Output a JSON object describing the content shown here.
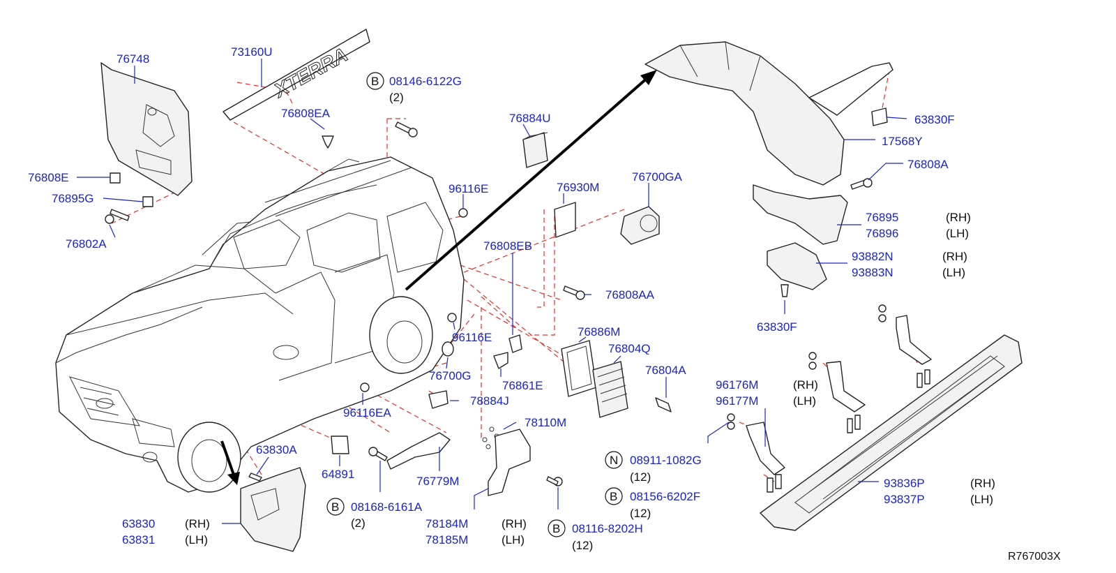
{
  "diagram": {
    "ref_code": "R767003X",
    "parts": [
      {
        "id": "p76748",
        "label": "76748"
      },
      {
        "id": "p73160U",
        "label": "73160U"
      },
      {
        "id": "p76808EA",
        "label": "76808EA"
      },
      {
        "id": "p76808E",
        "label": "76808E"
      },
      {
        "id": "p76895G",
        "label": "76895G"
      },
      {
        "id": "p76802A",
        "label": "76802A"
      },
      {
        "id": "p08146",
        "circle": "B",
        "label": "08146-6122G",
        "qty": "(2)"
      },
      {
        "id": "p76884U",
        "label": "76884U"
      },
      {
        "id": "p96116E_top",
        "label": "96116E"
      },
      {
        "id": "p76930M",
        "label": "76930M"
      },
      {
        "id": "p76700GA",
        "label": "76700GA"
      },
      {
        "id": "p76808EB",
        "label": "76808EB"
      },
      {
        "id": "p76808AA",
        "label": "76808AA"
      },
      {
        "id": "p96116E_mid",
        "label": "96116E"
      },
      {
        "id": "p76886M",
        "label": "76886M"
      },
      {
        "id": "p76804Q",
        "label": "76804Q"
      },
      {
        "id": "p76804A",
        "label": "76804A"
      },
      {
        "id": "p76700G",
        "label": "76700G"
      },
      {
        "id": "p76861E",
        "label": "76861E"
      },
      {
        "id": "p78884J",
        "label": "78884J"
      },
      {
        "id": "p96116EA",
        "label": "96116EA"
      },
      {
        "id": "p78110M",
        "label": "78110M"
      },
      {
        "id": "p64891",
        "label": "64891"
      },
      {
        "id": "p76779M",
        "label": "76779M"
      },
      {
        "id": "p63830A",
        "label": "63830A"
      },
      {
        "id": "p08168",
        "circle": "B",
        "label": "08168-6161A",
        "qty": "(2)"
      },
      {
        "id": "p08911",
        "circle": "N",
        "label": "08911-1082G",
        "qty": "(12)"
      },
      {
        "id": "p08156",
        "circle": "B",
        "label": "08156-6202F",
        "qty": "(12)"
      },
      {
        "id": "p08116",
        "circle": "B",
        "label": "08116-8202H",
        "qty": "(12)"
      },
      {
        "id": "p63830F_top",
        "label": "63830F"
      },
      {
        "id": "p17568Y",
        "label": "17568Y"
      },
      {
        "id": "p76808A",
        "label": "76808A"
      },
      {
        "id": "p63830F_bot",
        "label": "63830F"
      }
    ],
    "pairs": [
      {
        "id": "pair_76895",
        "rh": "76895",
        "lh": "76896",
        "rh_tag": "(RH)",
        "lh_tag": "(LH)"
      },
      {
        "id": "pair_93882",
        "rh": "93882N",
        "lh": "93883N",
        "rh_tag": "(RH)",
        "lh_tag": "(LH)"
      },
      {
        "id": "pair_96176",
        "rh": "96176M",
        "lh": "96177M",
        "rh_tag": "(RH)",
        "lh_tag": "(LH)"
      },
      {
        "id": "pair_93836",
        "rh": "93836P",
        "lh": "93837P",
        "rh_tag": "(RH)",
        "lh_tag": "(LH)"
      },
      {
        "id": "pair_63830",
        "rh": "63830",
        "lh": "63831",
        "rh_tag": "(RH)",
        "lh_tag": "(LH)"
      },
      {
        "id": "pair_78184",
        "rh": "78184M",
        "lh": "78185M",
        "rh_tag": "(RH)",
        "lh_tag": "(LH)"
      }
    ],
    "colors": {
      "label": "#1a24c8",
      "dashed_guide": "#e0302c",
      "line_art": "#222222"
    }
  }
}
